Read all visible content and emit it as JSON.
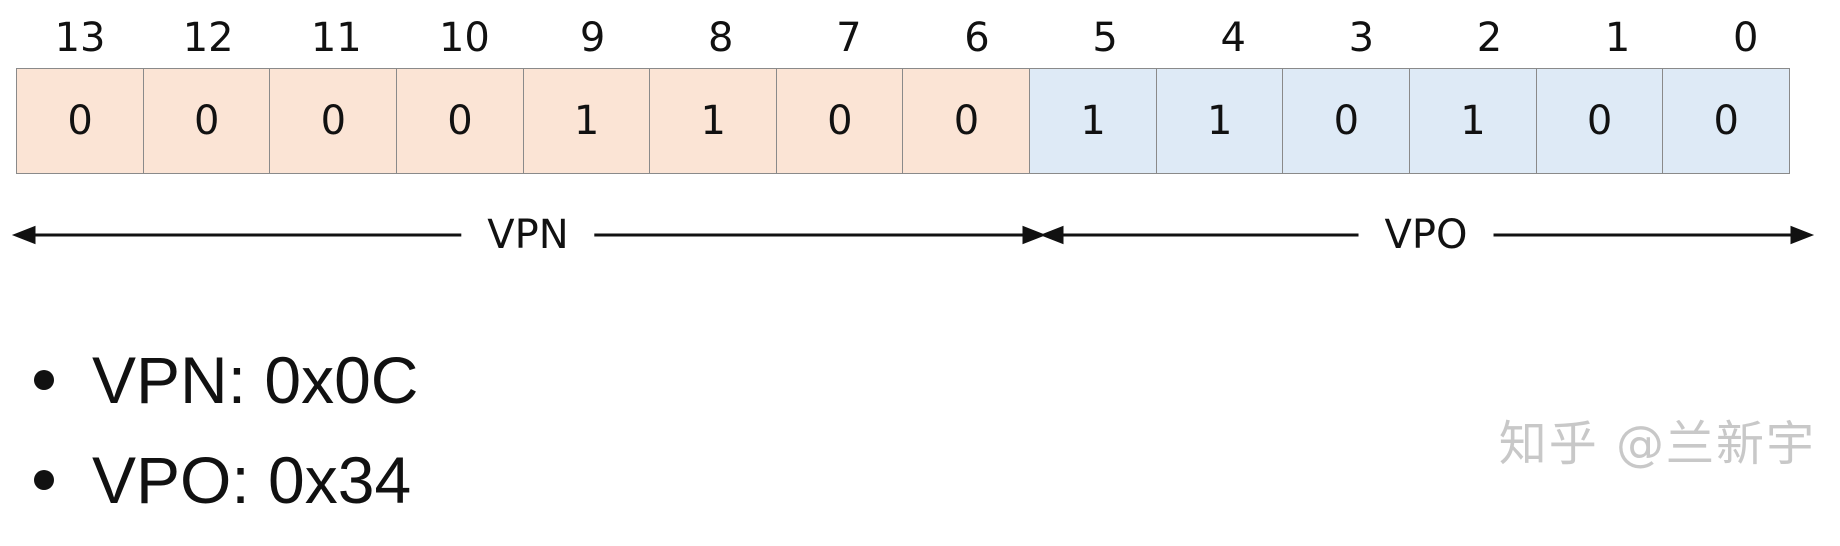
{
  "bit_indices": [
    "13",
    "12",
    "11",
    "10",
    "9",
    "8",
    "7",
    "6",
    "5",
    "4",
    "3",
    "2",
    "1",
    "0"
  ],
  "bits": [
    "0",
    "0",
    "0",
    "0",
    "1",
    "1",
    "0",
    "0",
    "1",
    "1",
    "0",
    "1",
    "0",
    "0"
  ],
  "vpn_bit_count": 8,
  "colors": {
    "vpn_fill": "#fbe4d5",
    "vpo_fill": "#deeaf6",
    "cell_border": "#8a8a8a",
    "text": "#111111"
  },
  "segments": {
    "vpn_label": "VPN",
    "vpo_label": "VPO"
  },
  "bullets": [
    "VPN: 0x0C",
    "VPO: 0x34"
  ],
  "watermark": "知乎 @兰新宇"
}
